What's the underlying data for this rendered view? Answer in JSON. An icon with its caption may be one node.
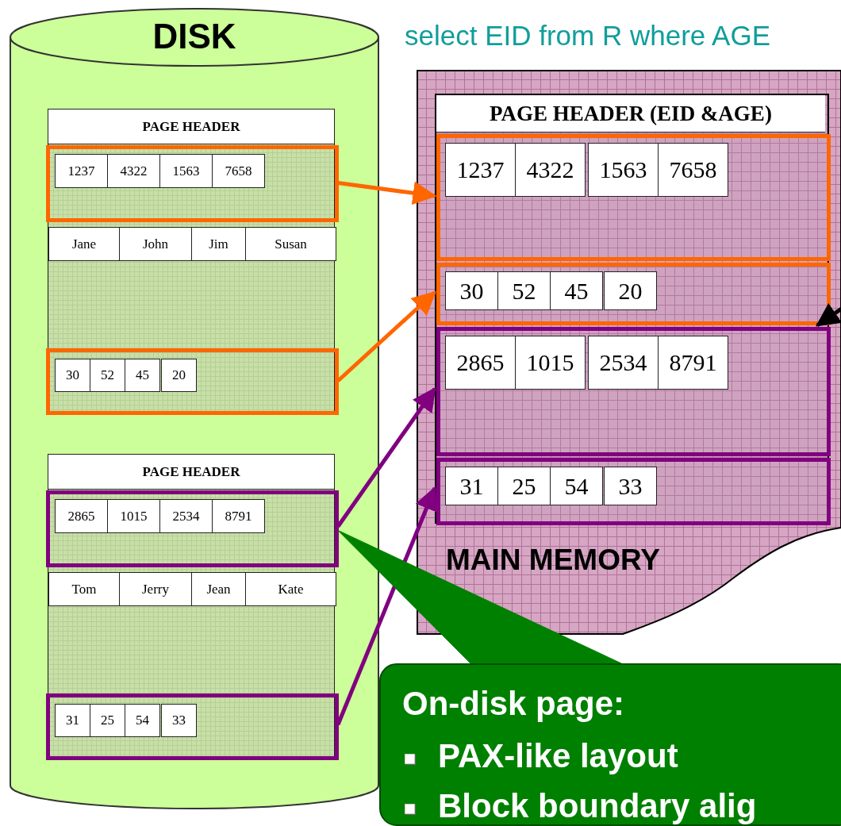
{
  "diagram": {
    "nodes": [
      {
        "text": [
          "DISK"
        ]
      },
      {
        "text": [
          "PAGE HEADER"
        ],
        "in": 0
      },
      {
        "text": [],
        "shape": "box",
        "in": 1
      },
      {
        "text": [
          "1237"
        ],
        "in": 2
      },
      {
        "text": [
          "4322"
        ],
        "in": 2
      },
      {
        "text": [
          "1563"
        ],
        "in": 2
      },
      {
        "text": [
          "7658"
        ],
        "in": 2
      },
      {
        "text": [
          "Jane"
        ],
        "in": 1
      },
      {
        "text": [
          "John"
        ],
        "in": 1
      },
      {
        "text": [
          "Jim"
        ],
        "in": 1
      },
      {
        "text": [
          "Susan"
        ],
        "in": 1
      },
      {
        "text": [],
        "shape": "box",
        "in": 1
      },
      {
        "text": [
          "30"
        ],
        "in": 11
      },
      {
        "text": [
          "52"
        ],
        "in": 11
      },
      {
        "text": [
          "45"
        ],
        "in": 11
      },
      {
        "text": [
          "20"
        ],
        "in": 11
      },
      {
        "text": [
          "PAGE HEADER"
        ],
        "in": 0
      },
      {
        "text": [],
        "shape": "box",
        "in": 16
      },
      {
        "text": [
          "2865"
        ],
        "in": 17
      },
      {
        "text": [
          "1015"
        ],
        "in": 17
      },
      {
        "text": [
          "2534"
        ],
        "in": 17
      },
      {
        "text": [
          "8791"
        ],
        "in": 17
      },
      {
        "text": [
          "Tom"
        ],
        "in": 16
      },
      {
        "text": [
          "Jerry"
        ],
        "in": 16
      },
      {
        "text": [
          "Jean"
        ],
        "in": 16
      },
      {
        "text": [
          "Kate"
        ],
        "in": 16
      },
      {
        "text": [],
        "shape": "box",
        "in": 16
      },
      {
        "text": [
          "31"
        ],
        "in": 26
      },
      {
        "text": [
          "25"
        ],
        "in": 26
      },
      {
        "text": [
          "54"
        ],
        "in": 26
      },
      {
        "text": [
          "33"
        ],
        "in": 26
      },
      {
        "text": [
          "MAIN MEMORY"
        ]
      },
      {
        "text": [
          "PAGE HEADER (EID &AGE)"
        ],
        "in": 31
      },
      {
        "text": [],
        "shape": "box",
        "in": 32
      },
      {
        "text": [
          "1237"
        ],
        "in": 33
      },
      {
        "text": [
          "4322"
        ],
        "in": 33
      },
      {
        "text": [
          "1563"
        ],
        "in": 33
      },
      {
        "text": [
          "7658"
        ],
        "in": 33
      },
      {
        "text": [],
        "shape": "box",
        "in": 32
      },
      {
        "text": [
          "30"
        ],
        "in": 38
      },
      {
        "text": [
          "52"
        ],
        "in": 38
      },
      {
        "text": [
          "45"
        ],
        "in": 38
      },
      {
        "text": [
          "20"
        ],
        "in": 38
      },
      {
        "text": [],
        "shape": "box",
        "in": 32
      },
      {
        "text": [
          "2865"
        ],
        "in": 43
      },
      {
        "text": [
          "1015"
        ],
        "in": 43
      },
      {
        "text": [
          "2534"
        ],
        "in": 43
      },
      {
        "text": [
          "8791"
        ],
        "in": 43
      },
      {
        "text": [],
        "shape": "box",
        "in": 32
      },
      {
        "text": [
          "31"
        ],
        "in": 48
      },
      {
        "text": [
          "25"
        ],
        "in": 48
      },
      {
        "text": [
          "54"
        ],
        "in": 48
      },
      {
        "text": [
          "33"
        ],
        "in": 48
      },
      {
        "text": [
          "On-disk page:",
          "PAX-like layout",
          "Block boundary alig"
        ]
      }
    ],
    "edges": [
      {
        "from": 2,
        "to": 33,
        "arrow": "to",
        "color": "#ff6600"
      },
      {
        "from": 11,
        "to": 38,
        "arrow": "to",
        "color": "#ff6600"
      },
      {
        "from": 17,
        "to": 43,
        "arrow": "to",
        "color": "#800080"
      },
      {
        "from": 26,
        "to": 48,
        "arrow": "to",
        "color": "#800080"
      },
      {
        "from": 53,
        "to": 17,
        "arrow": "none",
        "style": "thick",
        "color": "#008000"
      },
      {
        "from": null,
        "to": 43,
        "arrow": "to",
        "color": "#000000"
      }
    ],
    "labels": [
      "select EID from R where AGE"
    ]
  }
}
